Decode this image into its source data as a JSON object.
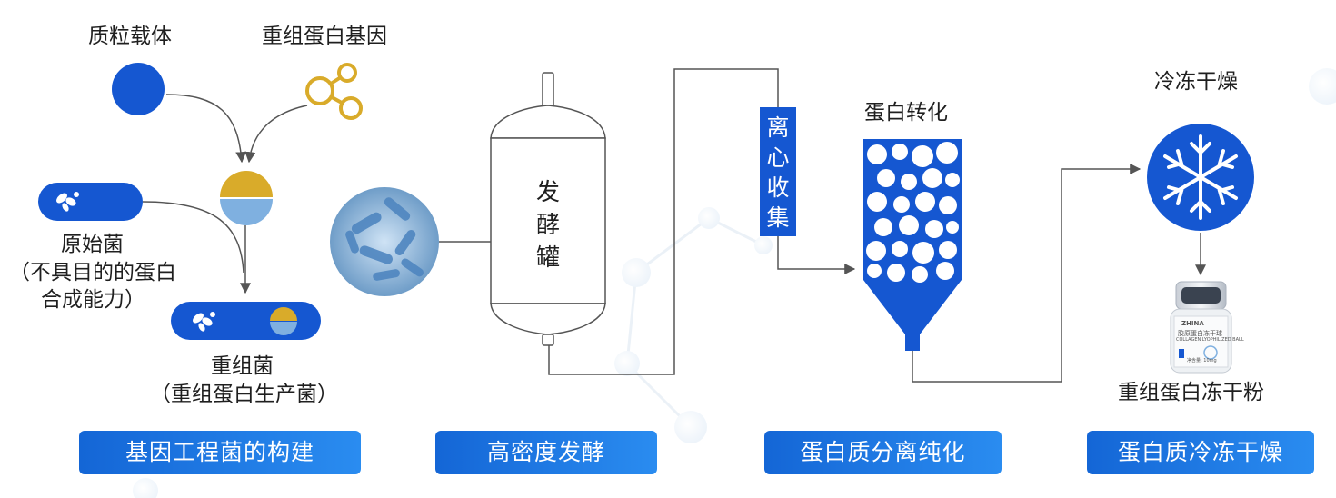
{
  "colors": {
    "primary_blue": "#1557d1",
    "accent_gold": "#d9ab2a",
    "light_blue": "#7fb0e0",
    "line_gray": "#555555"
  },
  "section1": {
    "plasmid_label": "质粒载体",
    "gene_label": "重组蛋白基因",
    "original_bacteria_label": "原始菌",
    "original_bacteria_note_line1": "（不具目的的蛋白",
    "original_bacteria_note_line2": "合成能力）",
    "recombinant_label": "重组菌",
    "recombinant_note": "（重组蛋白生产菌）",
    "stage_title": "基因工程菌的构建"
  },
  "section2": {
    "fermenter_label": "发酵罐",
    "stage_title": "高密度发酵"
  },
  "section3": {
    "centrifuge_label": "离心收集",
    "conversion_label": "蛋白转化",
    "stage_title": "蛋白质分离纯化"
  },
  "section4": {
    "freeze_dry_label": "冷冻干燥",
    "product_label": "重组蛋白冻干粉",
    "stage_title": "蛋白质冷冻干燥",
    "vial_text_1": "ZHINA",
    "vial_text_2": "胶原蛋白冻干球",
    "vial_text_3": "COLLAGEN LYOPHILIZED BALL",
    "vial_text_4": "净含量: 10mg"
  }
}
